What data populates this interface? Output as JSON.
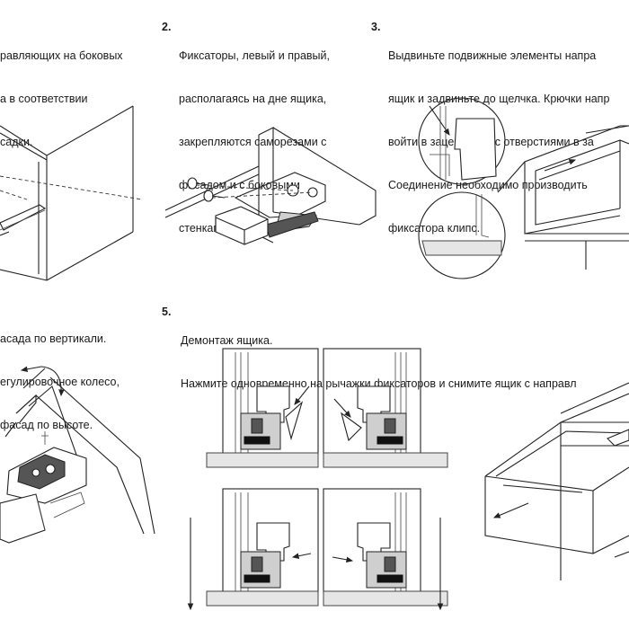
{
  "step1": {
    "lines": [
      "равляющих на боковых",
      "а в соответствии",
      "садки."
    ]
  },
  "step2": {
    "number": "2.",
    "lines": [
      "Фиксаторы, левый и правый,",
      "располагаясь на дне ящика,",
      "закрепляются саморезами с",
      "фасадом и с боковыми",
      "стенками ящика."
    ]
  },
  "step3": {
    "number": "3.",
    "lines": [
      "Выдвиньте подвижные элементы напра",
      "ящик и задвиньте до щелчка. Крючки напр",
      "войти в зацепление с отверстиями в за",
      "Соединение необходимо производить",
      "фиксатора клипс."
    ]
  },
  "step4": {
    "lines": [
      "асада по вертикали.",
      "егулировочное колесо,",
      "фасад по высоте."
    ]
  },
  "step5": {
    "number": "5.",
    "lines": [
      "Демонтаж ящика.",
      "Нажмите одновременно на рычажки фиксаторов и снимите ящик с направл"
    ]
  }
}
